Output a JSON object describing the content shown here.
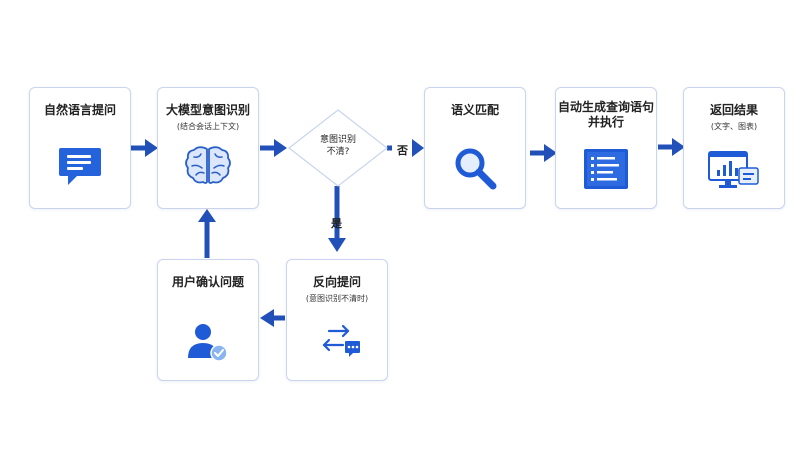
{
  "nodes": {
    "input": {
      "title": "自然语言提问",
      "icon": "chat-bubble-icon"
    },
    "intent": {
      "title": "大模型意图识别",
      "subtitle": "(结合会话上下文)",
      "icon": "brain-icon"
    },
    "decision": {
      "line1": "意图识别",
      "line2": "不清?"
    },
    "match": {
      "title": "语义匹配",
      "icon": "magnifier-icon"
    },
    "generate": {
      "line1": "自动生成查询语句",
      "line2": "并执行",
      "icon": "document-list-icon"
    },
    "result": {
      "title": "返回结果",
      "subtitle": "(文字、图表)",
      "icon": "monitor-chart-icon"
    },
    "clarify": {
      "title": "反向提问",
      "subtitle": "(意图识别不清时)",
      "icon": "exchange-chat-icon"
    },
    "confirm": {
      "title": "用户确认问题",
      "icon": "user-check-icon"
    }
  },
  "edges": {
    "no_label": "否",
    "yes_label": "是"
  },
  "colors": {
    "accent": "#1f5bd6",
    "arrow": "#2050b8",
    "border": "#c9d4ee"
  }
}
